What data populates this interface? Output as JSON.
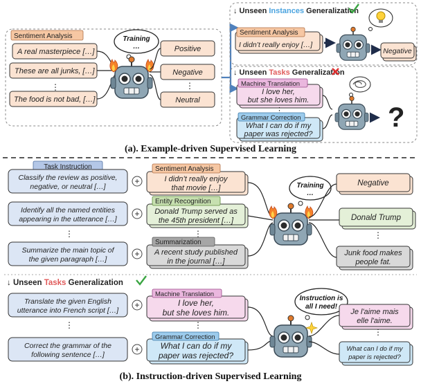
{
  "panel_a": {
    "caption": "(a). Example-driven Supervised Learning",
    "left": {
      "tag": "Sentiment Analysis",
      "inputs": [
        "A real masterpiece […]",
        "These are all junks, […]",
        "The food is not bad, […]"
      ],
      "ellipsis": "⋮",
      "outputs": [
        "Positive",
        "Negative",
        "Neutral"
      ],
      "bubble_line1": "Training",
      "bubble_line2": "…"
    },
    "unseen_instances": {
      "prefix": "↓ Unseen ",
      "keyword": "Instances",
      "suffix": " Generalization",
      "tag": "Sentiment Analysis",
      "input": "I didn’t really enjoy […]",
      "output": "Negative"
    },
    "unseen_tasks": {
      "prefix": "↓ Unseen ",
      "keyword": "Tasks",
      "suffix": " Generalization",
      "task1_tag": "Machine Translation",
      "task1_line1": "I love her,",
      "task1_line2": "but she loves him.",
      "task2_tag": "Grammar Correction",
      "task2_line1": "What I can do if my",
      "task2_line2": "paper was rejected?",
      "unknown": "?"
    }
  },
  "panel_b": {
    "caption": "(b). Instruction-driven Supervised Learning",
    "instruction_tag": "Task Instruction",
    "instructions": [
      [
        "Classify the review  as positive,",
        "negative, or neutral […]"
      ],
      [
        "Identify all the named entities",
        "appearing in the utterance […]"
      ],
      [
        "Summarize the main topic of",
        "the given paragraph […]"
      ]
    ],
    "tasks": [
      {
        "tag": "Sentiment Analysis",
        "line1": "I didn’t really enjoy",
        "line2": "that movie […]"
      },
      {
        "tag": "Entity Recognition",
        "line1": "Donald Trump served as",
        "line2": "the 45th president […]"
      },
      {
        "tag": "Summarization",
        "line1": "A recent study published",
        "line2": "in the journal […]"
      }
    ],
    "outputs": [
      {
        "line1": "Negative",
        "line2": ""
      },
      {
        "line1": "Donald Trump",
        "line2": ""
      },
      {
        "line1": "Junk food makes",
        "line2": "people fat."
      }
    ],
    "bubble_line1": "Training",
    "bubble_line2": "…",
    "unseen": {
      "prefix": "↓ Unseen ",
      "keyword": "Tasks",
      "suffix": " Generalization",
      "instructions": [
        [
          "Translate the given English",
          "utterance into French script […]"
        ],
        [
          "Correct the grammar of the",
          "following sentence […]"
        ]
      ],
      "tasks": [
        {
          "tag": "Machine Translation",
          "line1": "I love her,",
          "line2": "but she loves him."
        },
        {
          "tag": "Grammar Correction",
          "line1": "What I can do if my",
          "line2": "paper was rejected?"
        }
      ],
      "outputs": [
        {
          "line1": "Je l'aime mais",
          "line2": "elle l'aime."
        },
        {
          "line1": "What can I do if my",
          "line2": "paper is rejected?"
        }
      ],
      "bubble_line1": "Instruction is",
      "bubble_line2": "all I need!"
    },
    "ellipsis": "⋮",
    "plus": "+"
  },
  "colors": {
    "blue_fill": "#dce6f5",
    "orange_fill": "#fbe3d2",
    "orange_tag": "#f6c7a3",
    "green_fill": "#e4f0d8",
    "green_tag": "#c7e0b0",
    "gray_fill": "#d9d9d9",
    "gray_tag": "#a6a6a6",
    "pink_fill": "#f6d9ec",
    "pink_tag": "#eab7de",
    "sky_fill": "#cfe8f7",
    "sky_tag": "#9ccbec",
    "arrow_blue": "#4f81bd",
    "keyword_instances": "#4aa3df",
    "keyword_tasks": "#e05a5a",
    "check": "#3aa542",
    "cross": "#e02f2f"
  }
}
